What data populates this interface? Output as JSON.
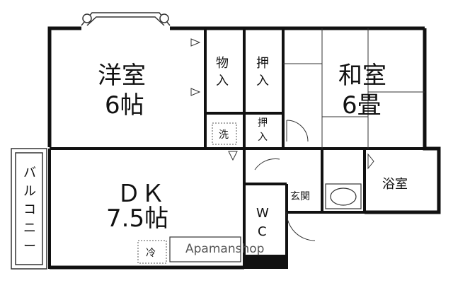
{
  "rooms": {
    "western_room": {
      "name": "洋室",
      "size": "6帖"
    },
    "japanese_room": {
      "name": "和室",
      "size": "6畳"
    },
    "dk": {
      "name": "ＤＫ",
      "size": "7.5帖"
    },
    "storage": {
      "line1": "物",
      "line2": "入"
    },
    "closet_top": {
      "line1": "押",
      "line2": "入"
    },
    "closet_small": {
      "line1": "押",
      "line2": "入"
    },
    "washer": "洗",
    "bath": "浴室",
    "entrance": "玄関",
    "wc": {
      "line1": "W",
      "line2": "C"
    },
    "balcony": [
      "バ",
      "ル",
      "コ",
      "ニ",
      "ー"
    ],
    "fridge": "冷"
  },
  "watermark": "Apamanshop",
  "colors": {
    "wall": "#111111",
    "line": "#333333",
    "watermark": "#777777"
  }
}
